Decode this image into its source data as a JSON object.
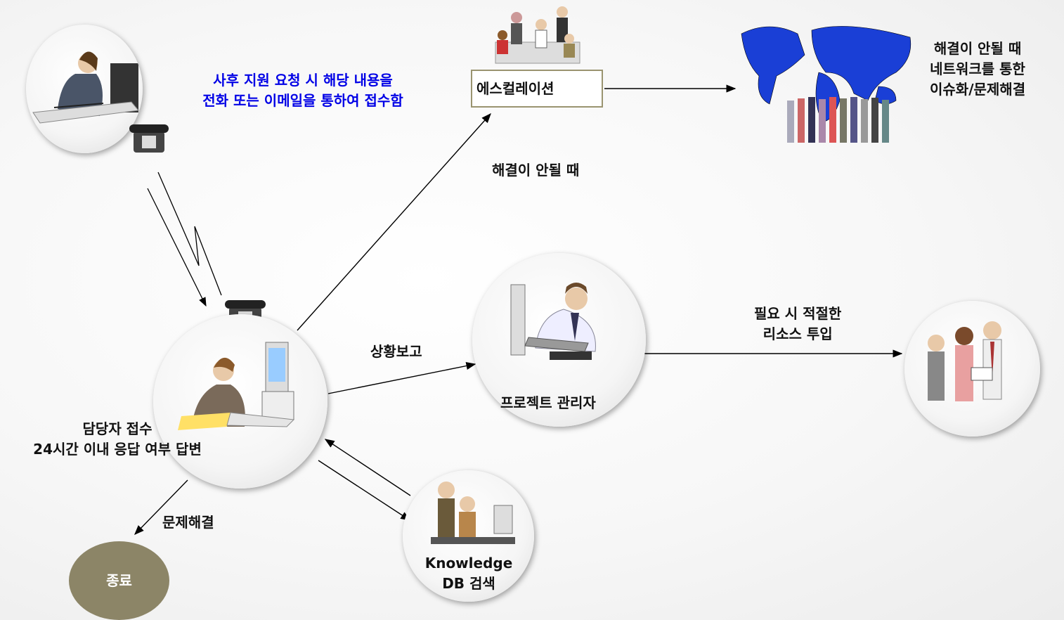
{
  "request_text": [
    "사후 지원 요청 시 해당 내용을",
    "전화 또는 이메일을 통하여 접수함"
  ],
  "escalation_box": "에스컬레이션",
  "unresolved_label": "해결이 안될 때",
  "network_text": [
    "해결이 안될 때",
    "네트워크를 통한",
    "이슈화/문제해결"
  ],
  "staff_text": [
    "담당자 접수",
    "24시간 이내 응답 여부 답변"
  ],
  "report_label": "상황보고",
  "pm_label": "프로젝트 관리자",
  "resource_text": [
    "필요 시 적절한",
    "리소스 투입"
  ],
  "resolve_label": "문제해결",
  "end_label": "종료",
  "kb_text": [
    "Knowledge",
    "DB 검색"
  ],
  "colors": {
    "accent_text": "#0000e6",
    "end_node": "#8c8567",
    "box_border": "#9a9470",
    "map_blue": "#1a3fd6"
  }
}
